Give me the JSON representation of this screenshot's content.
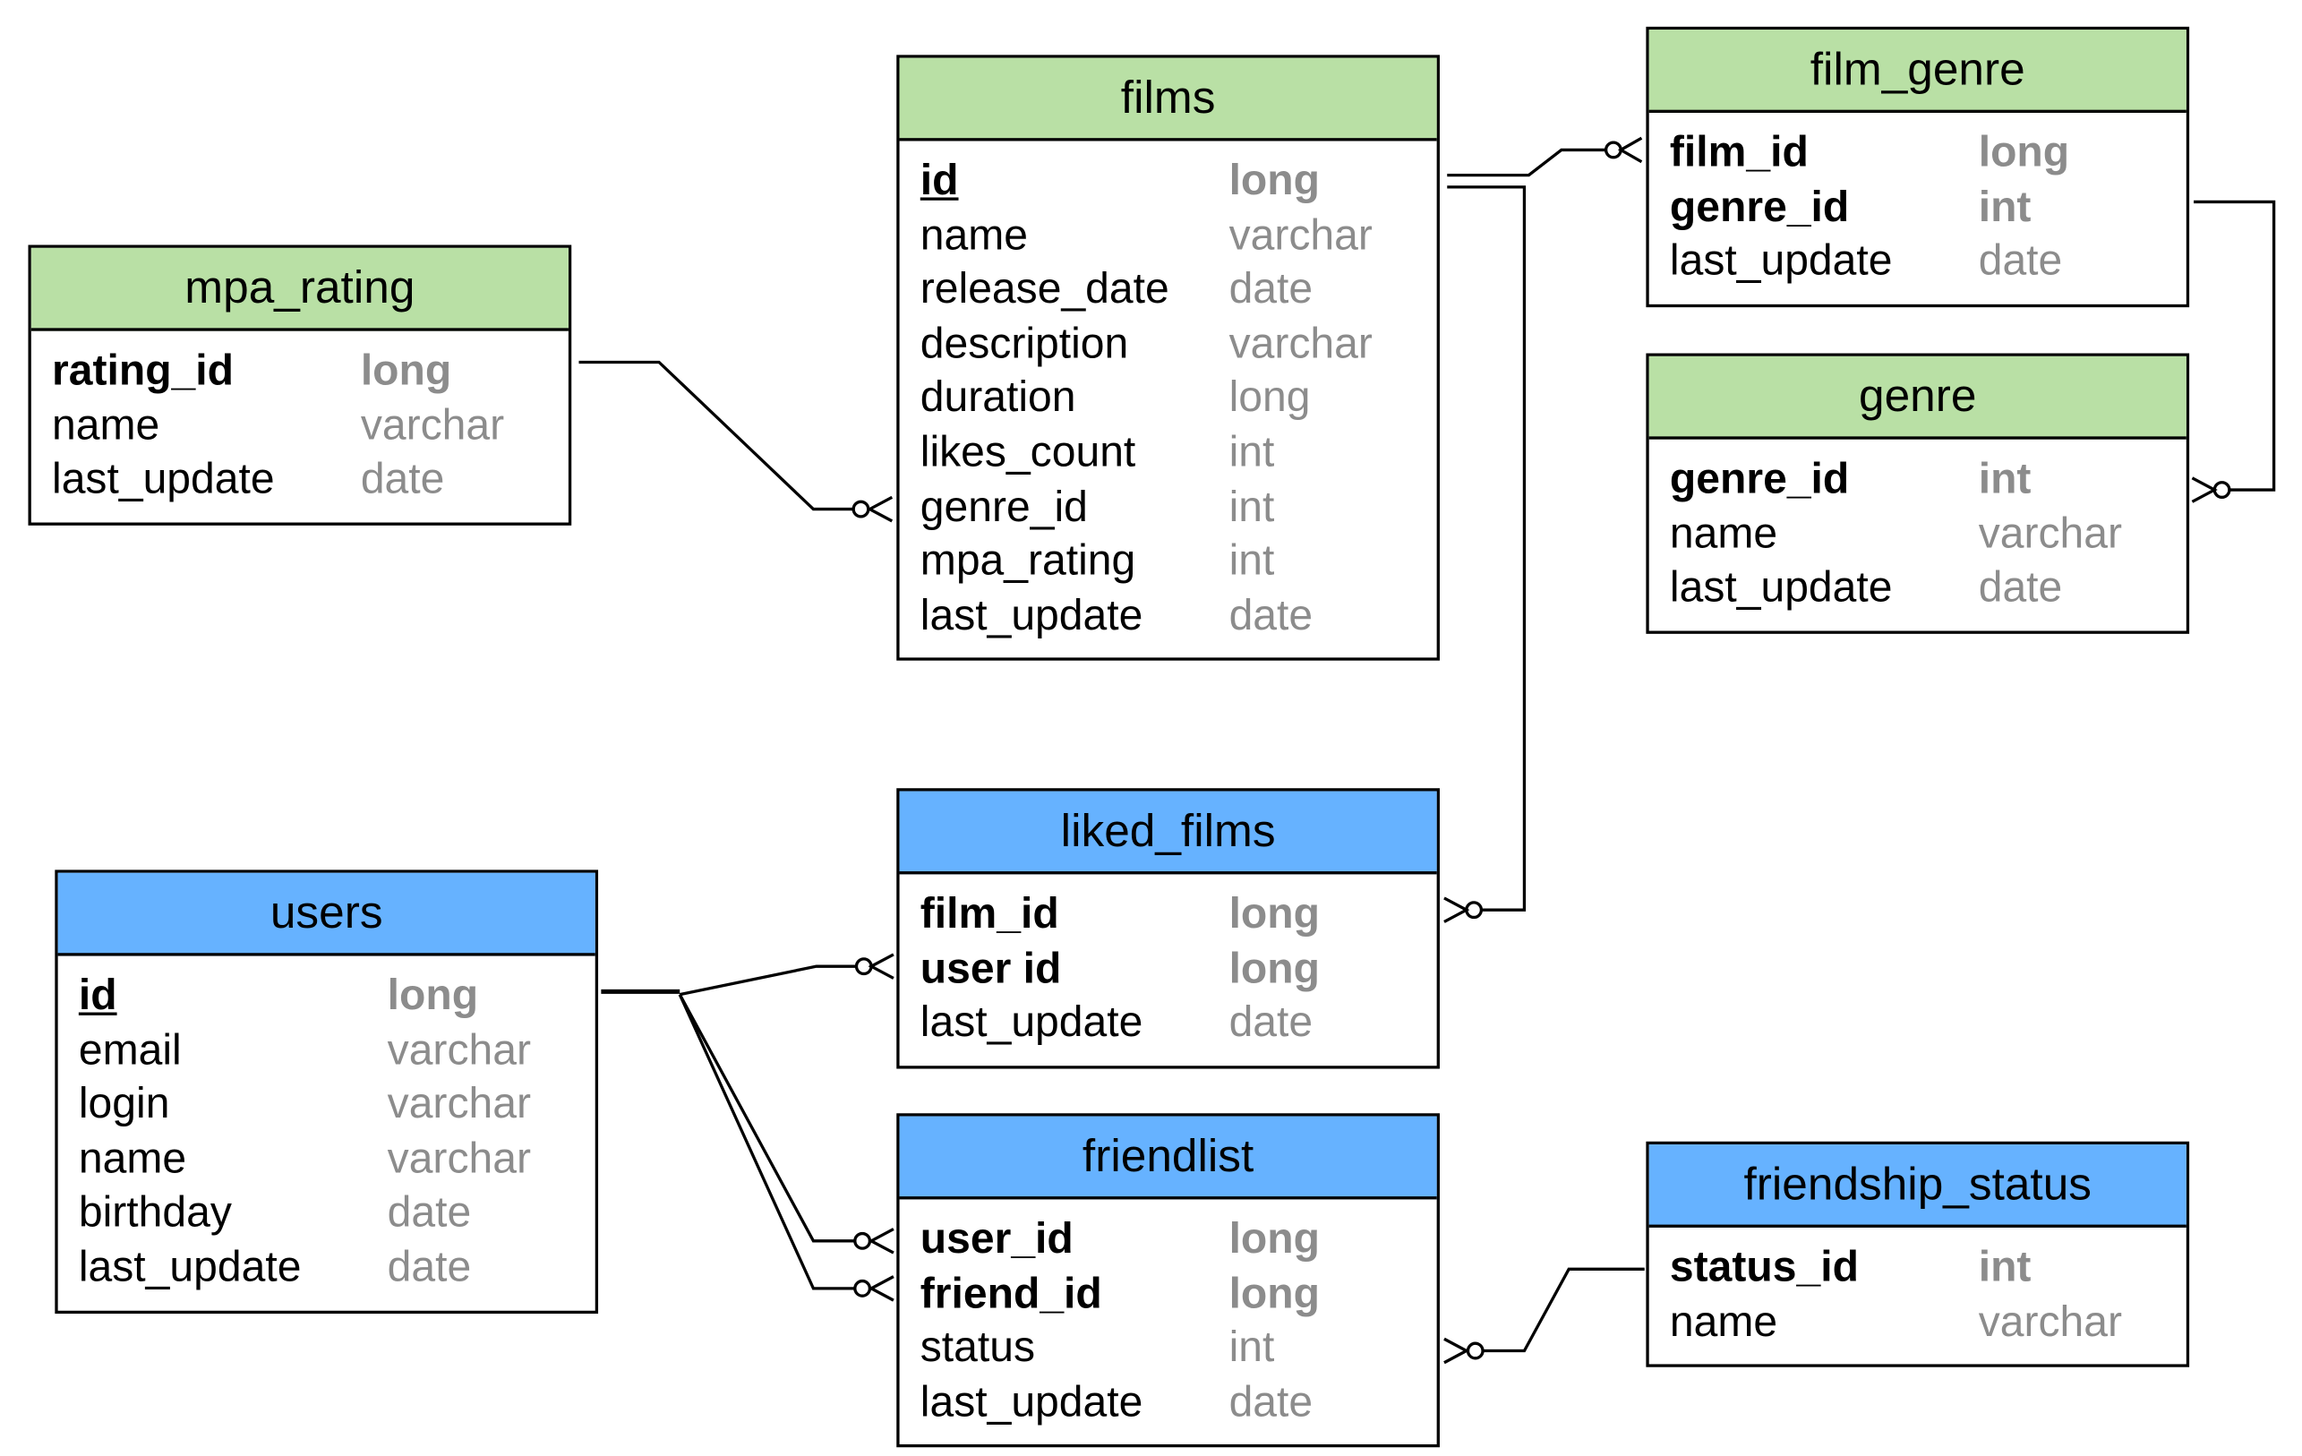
{
  "colors": {
    "core_header": "#b9e0a5",
    "user_header": "#66b2ff",
    "border": "#000000",
    "type_text": "#8c8c8c"
  },
  "entities": {
    "films": {
      "title": "films",
      "fields": [
        {
          "name": "id",
          "type": "long",
          "key": true,
          "pk": true
        },
        {
          "name": "name",
          "type": "varchar"
        },
        {
          "name": "release_date",
          "type": "date"
        },
        {
          "name": "description",
          "type": "varchar"
        },
        {
          "name": "duration",
          "type": "long"
        },
        {
          "name": "likes_count",
          "type": "int"
        },
        {
          "name": "genre_id",
          "type": "int"
        },
        {
          "name": "mpa_rating",
          "type": "int"
        },
        {
          "name": "last_update",
          "type": "date"
        }
      ]
    },
    "film_genre": {
      "title": "film_genre",
      "fields": [
        {
          "name": "film_id",
          "type": "long",
          "key": true
        },
        {
          "name": "genre_id",
          "type": "int",
          "key": true
        },
        {
          "name": "last_update",
          "type": "date"
        }
      ]
    },
    "mpa_rating": {
      "title": "mpa_rating",
      "fields": [
        {
          "name": "rating_id",
          "type": "long",
          "key": true
        },
        {
          "name": "name",
          "type": "varchar"
        },
        {
          "name": "last_update",
          "type": "date"
        }
      ]
    },
    "genre": {
      "title": "genre",
      "fields": [
        {
          "name": "genre_id",
          "type": "int",
          "key": true
        },
        {
          "name": "name",
          "type": "varchar"
        },
        {
          "name": "last_update",
          "type": "date"
        }
      ]
    },
    "liked_films": {
      "title": "liked_films",
      "fields": [
        {
          "name": "film_id",
          "type": "long",
          "key": true
        },
        {
          "name": "user id",
          "type": "long",
          "key": true
        },
        {
          "name": "last_update",
          "type": "date"
        }
      ]
    },
    "users": {
      "title": "users",
      "fields": [
        {
          "name": "id",
          "type": "long",
          "key": true,
          "pk": true
        },
        {
          "name": "email",
          "type": "varchar"
        },
        {
          "name": "login",
          "type": "varchar"
        },
        {
          "name": "name",
          "type": "varchar"
        },
        {
          "name": "birthday",
          "type": "date"
        },
        {
          "name": "last_update",
          "type": "date"
        }
      ]
    },
    "friendlist": {
      "title": "friendlist",
      "fields": [
        {
          "name": "user_id",
          "type": "long",
          "key": true
        },
        {
          "name": "friend_id",
          "type": "long",
          "key": true
        },
        {
          "name": "status",
          "type": "int"
        },
        {
          "name": "last_update",
          "type": "date"
        }
      ]
    },
    "friendship_status": {
      "title": "friendship_status",
      "fields": [
        {
          "name": "status_id",
          "type": "int",
          "key": true
        },
        {
          "name": "name",
          "type": "varchar"
        }
      ]
    }
  }
}
